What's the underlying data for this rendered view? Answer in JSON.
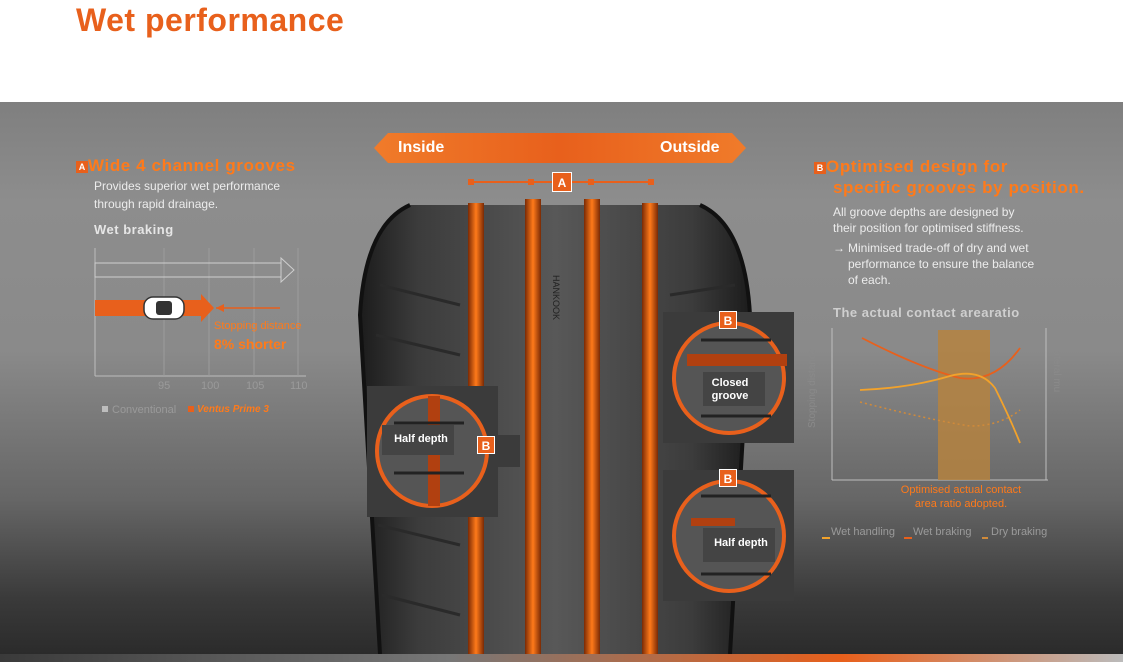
{
  "title": "Wet performance",
  "left": {
    "badge": "A",
    "heading": "Wide 4 channel grooves",
    "description_line1": "Provides superior wet performance",
    "description_line2": "through rapid drainage.",
    "chart_title": "Wet braking",
    "stopping_label": "Stopping distance",
    "improvement": "8% shorter",
    "ticks": [
      "95",
      "100",
      "105",
      "110"
    ],
    "legend_conventional": "Conventional",
    "legend_ventus": "Ventus Prime 3"
  },
  "tire": {
    "inside_label": "Inside",
    "outside_label": "Outside",
    "center_badge": "A",
    "callouts": {
      "left_label": "Half depth",
      "left_badge": "B",
      "right_top_label_line1": "Closed",
      "right_top_label_line2": "groove",
      "right_top_badge": "B",
      "right_bottom_label": "Half depth",
      "right_bottom_badge": "B"
    }
  },
  "right": {
    "badge": "B",
    "heading_line1": "Optimised  design  for",
    "heading_line2": "specific grooves  by position.",
    "desc_line1": "All  groove  depths  are  designed  by",
    "desc_line2": "their position for optimised stiffness.",
    "bullet_arrow": "→",
    "bullet_line1": "Minimised trade-off of dry and wet",
    "bullet_line2": "performance to ensure the balance",
    "bullet_line3": "of each.",
    "chart_title": "The actual contact arearatio",
    "y_left": "Stopping distance",
    "y_right": "Lateral mu",
    "note_line1": "Optimised actual contact",
    "note_line2": "area ratio adopted.",
    "legend": [
      "Wet handling",
      "Wet braking",
      "Dry braking"
    ]
  },
  "colors": {
    "accent": "#e8601c",
    "accent_light": "#ff7a1a",
    "highlight_band": "#b5833f"
  }
}
